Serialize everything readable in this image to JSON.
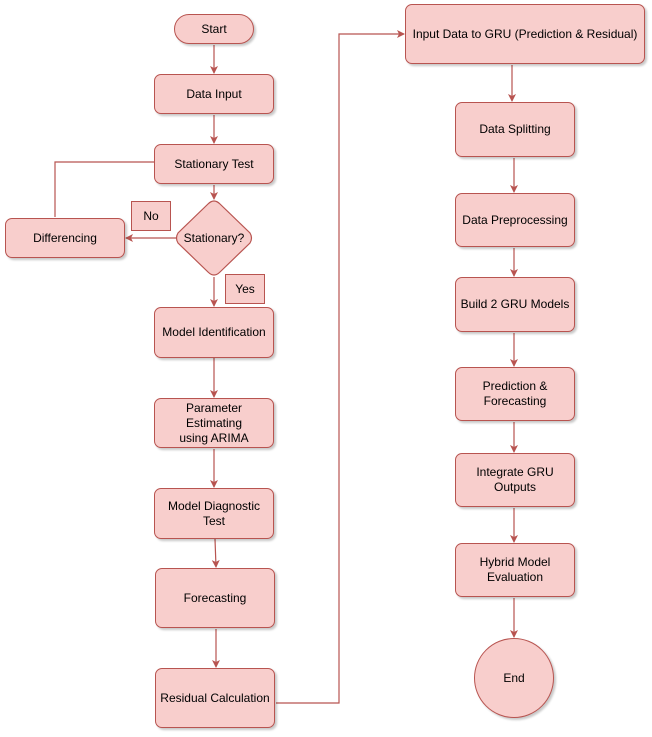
{
  "colors": {
    "fill": "#f8cecc",
    "stroke": "#b85450",
    "background": "#ffffff"
  },
  "nodes": {
    "start": "Start",
    "data_input": "Data Input",
    "stationary_test": "Stationary Test",
    "stationary_decision": "Stationary?",
    "differencing": "Differencing",
    "model_identification": "Model Identification",
    "parameter_estimating": "Parameter Estimating\nusing ARIMA",
    "model_diagnostic": "Model Diagnostic Test",
    "forecasting": "Forecasting",
    "residual_calculation": "Residual Calculation",
    "input_gru": "Input Data to GRU (Prediction & Residual)",
    "data_splitting": "Data Splitting",
    "data_preprocessing": "Data Preprocessing",
    "build_gru": "Build 2 GRU Models",
    "prediction_forecasting": "Prediction &\nForecasting",
    "integrate_gru": "Integrate GRU\nOutputs",
    "hybrid_evaluation": "Hybrid Model\nEvaluation",
    "end": "End"
  },
  "branch_labels": {
    "no": "No",
    "yes": "Yes"
  }
}
